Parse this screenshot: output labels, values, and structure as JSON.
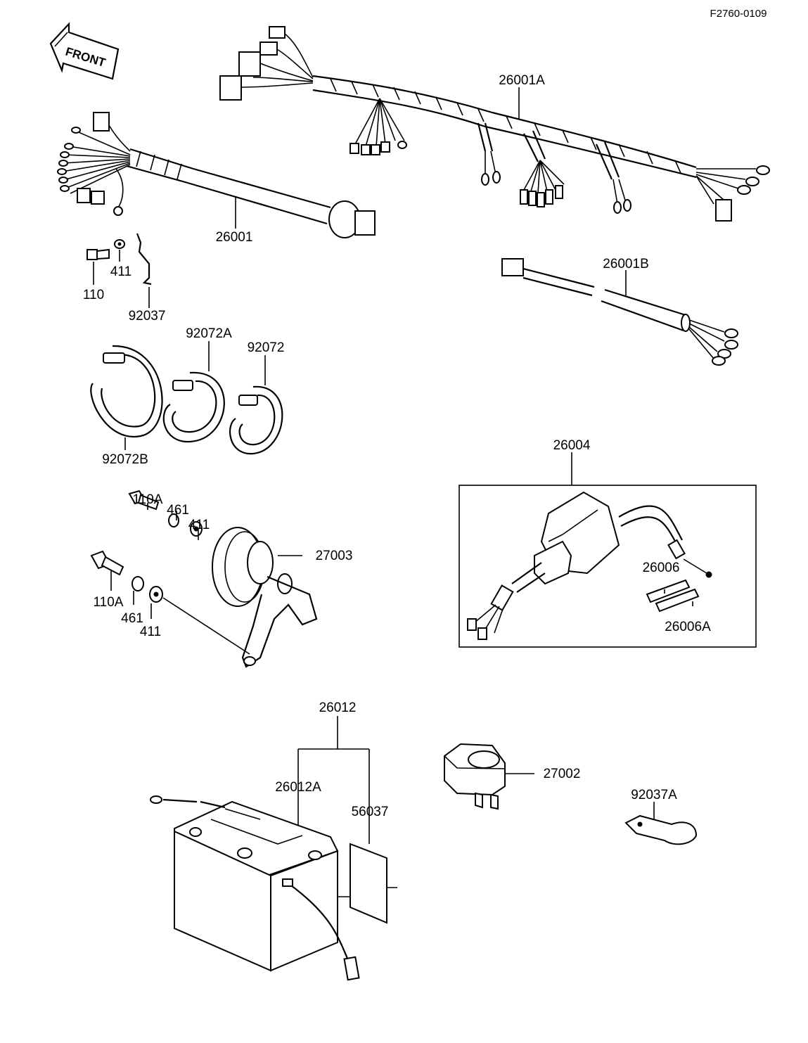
{
  "diagram_code": "F2760-0109",
  "front_arrow": {
    "text": "FRONT",
    "icon": "arrow-left-icon"
  },
  "labels": {
    "main_harness": "26001",
    "sub_harness_a": "26001A",
    "sub_harness_b": "26001B",
    "bolt_110": "110",
    "washer_411_top": "411",
    "bracket_92037": "92037",
    "band_92072A": "92072A",
    "band_92072": "92072",
    "band_92072B": "92072B",
    "bolt_110A_top": "110A",
    "washer_461_top": "461",
    "washer_411_mid": "411",
    "horn_27003": "27003",
    "bolt_110A_bottom": "110A",
    "washer_461_bottom": "461",
    "washer_411_bottom": "411",
    "fuse_box_26004": "26004",
    "fuse_26006": "26006",
    "fuse_26006A": "26006A",
    "battery_26012": "26012",
    "battery_26012A": "26012A",
    "label_56037": "56037",
    "relay_27002": "27002",
    "clamp_92037A": "92037A"
  }
}
